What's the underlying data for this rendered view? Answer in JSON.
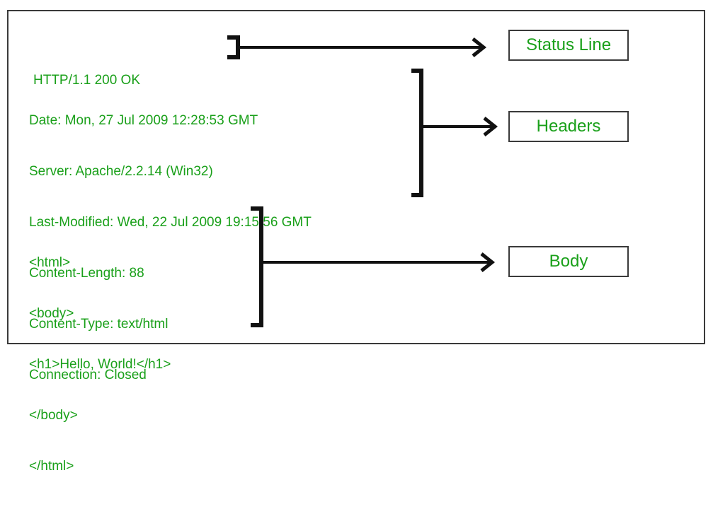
{
  "diagram": {
    "title_semantic": "http-response-anatomy",
    "colors": {
      "text_green": "#1aa01a",
      "line_black": "#111111",
      "frame_gray": "#3a3a3a",
      "background": "#ffffff"
    },
    "sections": [
      {
        "id": "status-line",
        "label": "Status Line",
        "lines": [
          "HTTP/1.1 200 OK"
        ]
      },
      {
        "id": "headers",
        "label": "Headers",
        "lines": [
          "Date: Mon, 27 Jul 2009 12:28:53 GMT",
          "Server: Apache/2.2.14 (Win32)",
          "Last-Modified: Wed, 22 Jul 2009 19:15:56 GMT",
          "Content-Length: 88",
          "Content-Type: text/html",
          "Connection: Closed"
        ]
      },
      {
        "id": "body",
        "label": "Body",
        "lines": [
          "<html>",
          "<body>",
          "<h1>Hello, World!</h1>",
          "</body>",
          "</html>"
        ]
      }
    ]
  }
}
